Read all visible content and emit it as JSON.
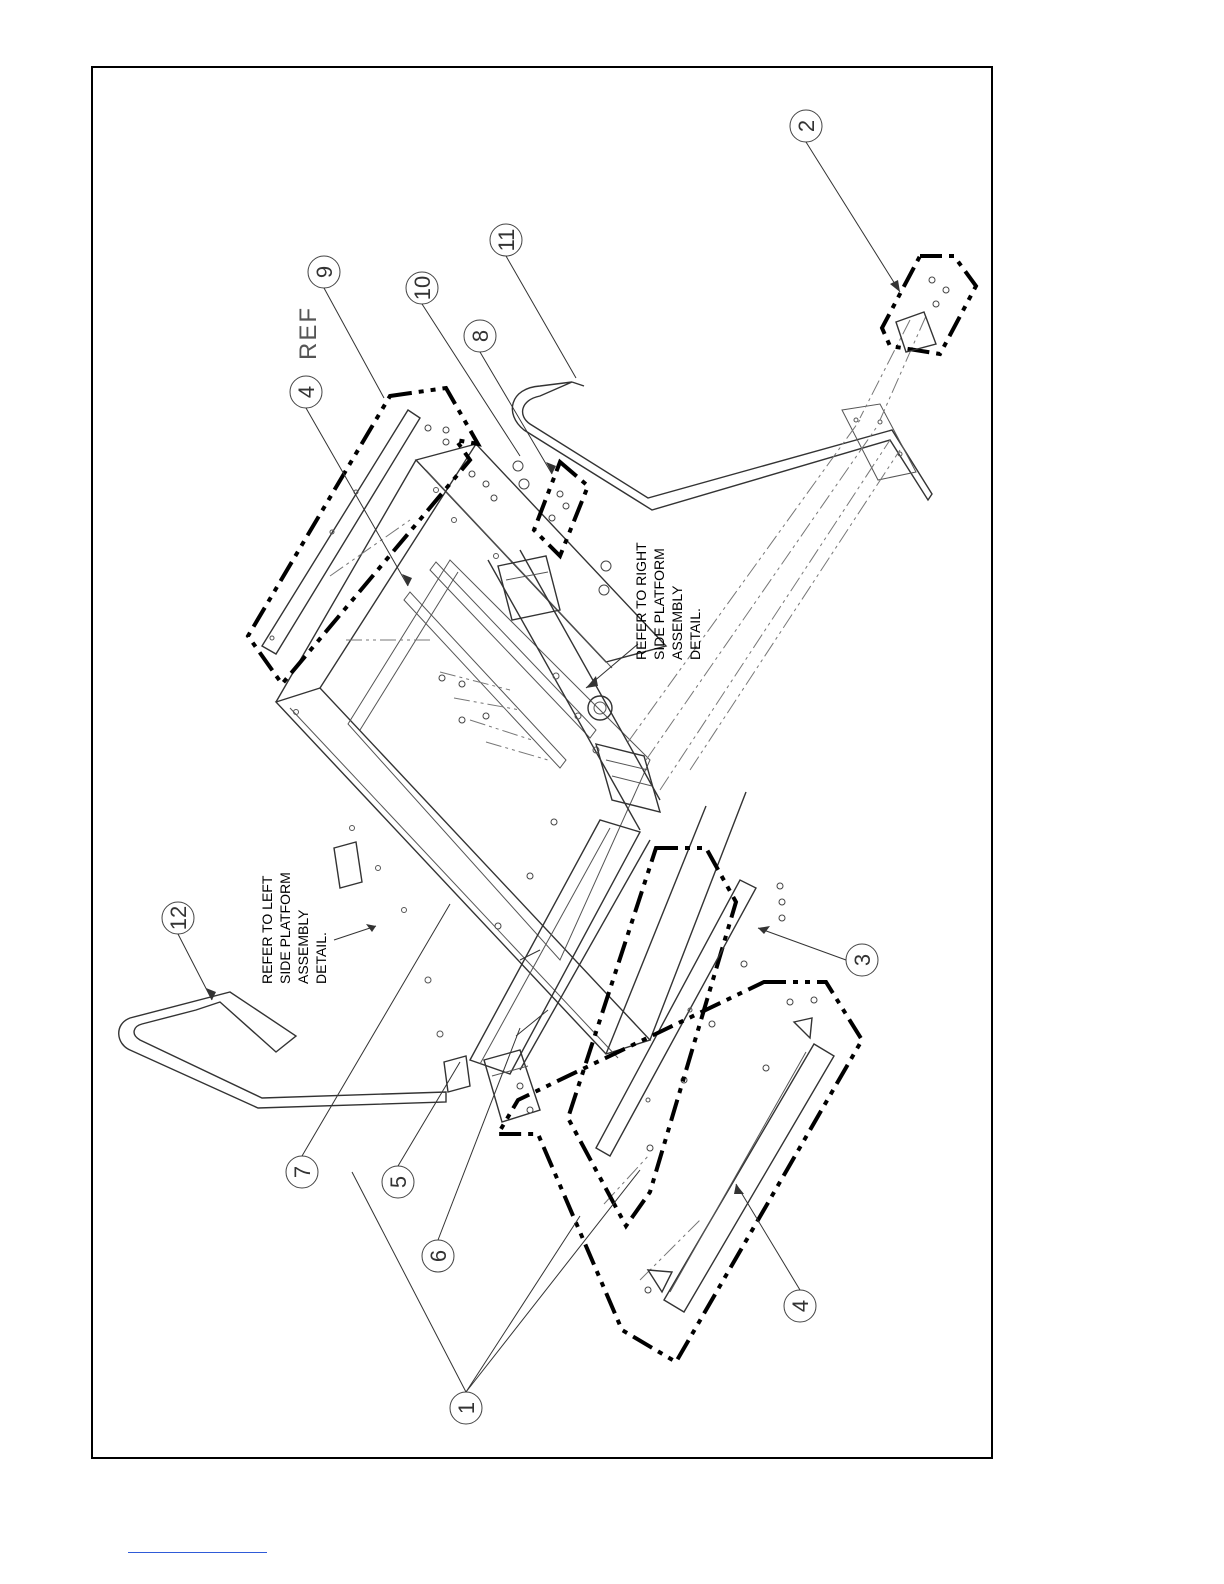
{
  "callouts": {
    "c1": "1",
    "c2": "2",
    "c3": "3",
    "c4a": "4",
    "c4b": "4",
    "c5": "5",
    "c6": "6",
    "c7": "7",
    "c8": "8",
    "c9": "9",
    "c10": "10",
    "c11": "11",
    "c12": "12"
  },
  "ref_label": "REF",
  "notes": {
    "right": [
      "REFER TO RIGHT",
      "SIDE PLATFORM",
      "ASSEMBLY",
      "DETAIL."
    ],
    "left": [
      "REFER TO LEFT",
      "SIDE PLATFORM",
      "ASSEMBLY",
      "DETAIL."
    ]
  }
}
